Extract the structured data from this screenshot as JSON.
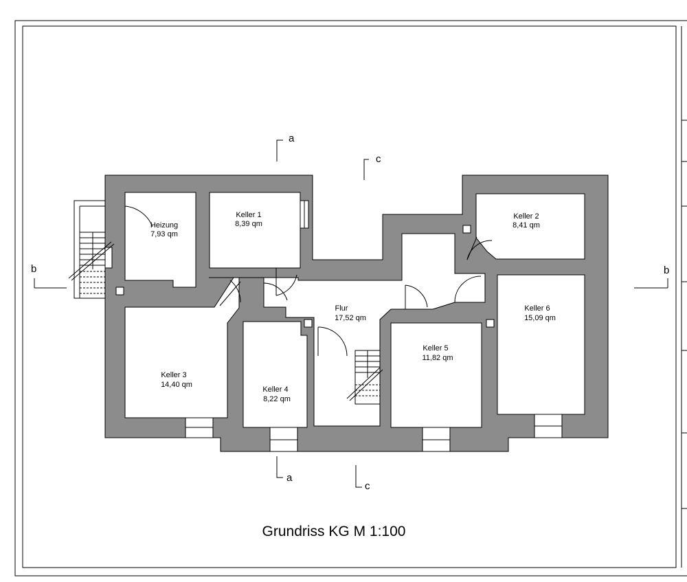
{
  "drawing": {
    "title": "Grundriss KG M 1:100",
    "colors": {
      "wall": "#8c8c8c",
      "line": "#000000",
      "background": "#ffffff"
    }
  },
  "rooms": {
    "heizung": {
      "name": "Heizung",
      "area": "7,93 qm"
    },
    "keller1": {
      "name": "Keller 1",
      "area": "8,39 qm"
    },
    "keller2": {
      "name": "Keller 2",
      "area": "8,41 qm"
    },
    "keller3": {
      "name": "Keller 3",
      "area": "14,40 qm"
    },
    "keller4": {
      "name": "Keller 4",
      "area": "8,22 qm"
    },
    "keller5": {
      "name": "Keller 5",
      "area": "11,82 qm"
    },
    "keller6": {
      "name": "Keller 6",
      "area": "15,09 qm"
    },
    "flur": {
      "name": "Flur",
      "area": "17,52 qm"
    }
  },
  "sections": {
    "a_top": "a",
    "a_bottom": "a",
    "b_left": "b",
    "b_right": "b",
    "c_top": "c",
    "c_bottom": "c"
  }
}
